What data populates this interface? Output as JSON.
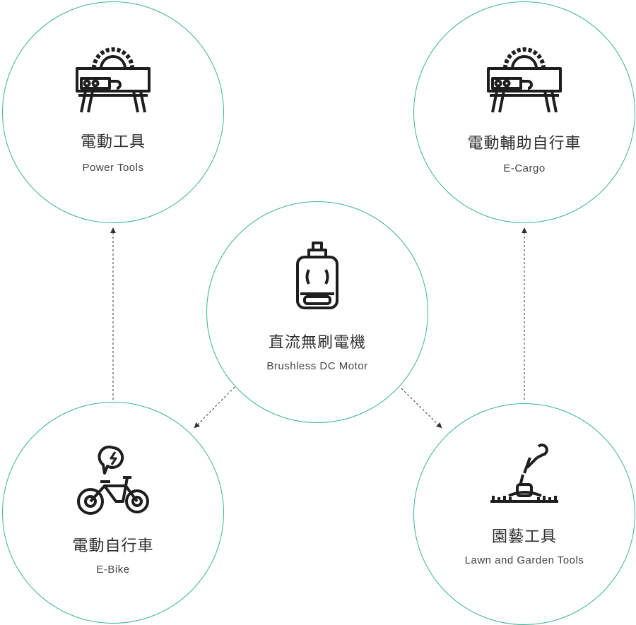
{
  "center": {
    "zh": "直流無刷電機",
    "en": "Brushless DC Motor",
    "icon": "motor-icon"
  },
  "power_tools": {
    "zh": "電動工具",
    "en": "Power Tools",
    "icon": "table-saw-icon"
  },
  "e_cargo": {
    "zh": "電動輔助自行車",
    "en": "E-Cargo",
    "icon": "table-saw-icon"
  },
  "e_bike": {
    "zh": "電動自行車",
    "en": "E-Bike",
    "icon": "electric-bicycle-icon"
  },
  "lawn": {
    "zh": "園藝工具",
    "en": "Lawn and Garden Tools",
    "icon": "lawn-trimmer-icon"
  },
  "colors": {
    "circle_border": "#3cb394",
    "icon": "#1e1e1e",
    "arrow": "#333333"
  }
}
